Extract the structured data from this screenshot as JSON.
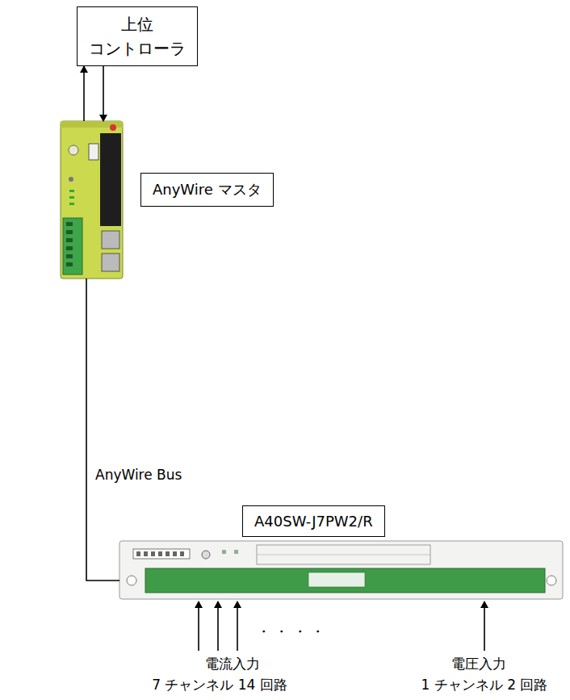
{
  "diagram": {
    "nodes": [
      {
        "text": [
          "上位 コントローラ"
        ]
      },
      {
        "text": [
          "AnyWire マスタ"
        ]
      },
      {
        "text": [
          "A40SW-J7PW2/R"
        ]
      }
    ],
    "edges": [
      {
        "from": 1,
        "to": 0,
        "arrow": "to"
      },
      {
        "from": 0,
        "to": 1,
        "arrow": "to"
      },
      {
        "from": 1,
        "to": 2,
        "arrow": "none",
        "label": "AnyWire Bus"
      }
    ],
    "labels": [
      "・ ・ ・ ・",
      "電流入力",
      "7 チャンネル 14 回路",
      "電圧入力",
      "1 チャンネル 2 回路"
    ]
  }
}
